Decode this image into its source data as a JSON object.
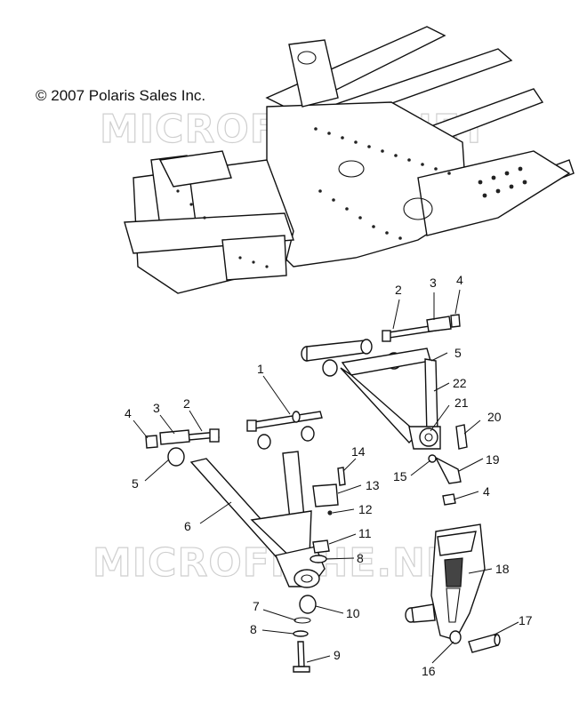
{
  "copyright": "© 2007 Polaris Sales Inc.",
  "watermarks": [
    "MICROFICHE.NET",
    "MICROFICHE.NET"
  ],
  "callouts": [
    {
      "id": "c-top-2",
      "num": "2"
    },
    {
      "id": "c-top-3",
      "num": "3"
    },
    {
      "id": "c-top-4",
      "num": "4"
    },
    {
      "id": "c-top-5",
      "num": "5"
    },
    {
      "id": "c-22",
      "num": "22"
    },
    {
      "id": "c-1",
      "num": "1"
    },
    {
      "id": "c-left-4",
      "num": "4"
    },
    {
      "id": "c-left-3",
      "num": "3"
    },
    {
      "id": "c-left-2",
      "num": "2"
    },
    {
      "id": "c-21",
      "num": "21"
    },
    {
      "id": "c-20",
      "num": "20"
    },
    {
      "id": "c-left-5",
      "num": "5"
    },
    {
      "id": "c-14",
      "num": "14"
    },
    {
      "id": "c-15",
      "num": "15"
    },
    {
      "id": "c-19",
      "num": "19"
    },
    {
      "id": "c-13",
      "num": "13"
    },
    {
      "id": "c-right-4",
      "num": "4"
    },
    {
      "id": "c-12",
      "num": "12"
    },
    {
      "id": "c-6",
      "num": "6"
    },
    {
      "id": "c-11",
      "num": "11"
    },
    {
      "id": "c-8a",
      "num": "8"
    },
    {
      "id": "c-18",
      "num": "18"
    },
    {
      "id": "c-7",
      "num": "7"
    },
    {
      "id": "c-10",
      "num": "10"
    },
    {
      "id": "c-8b",
      "num": "8"
    },
    {
      "id": "c-17",
      "num": "17"
    },
    {
      "id": "c-9",
      "num": "9"
    },
    {
      "id": "c-16",
      "num": "16"
    }
  ]
}
